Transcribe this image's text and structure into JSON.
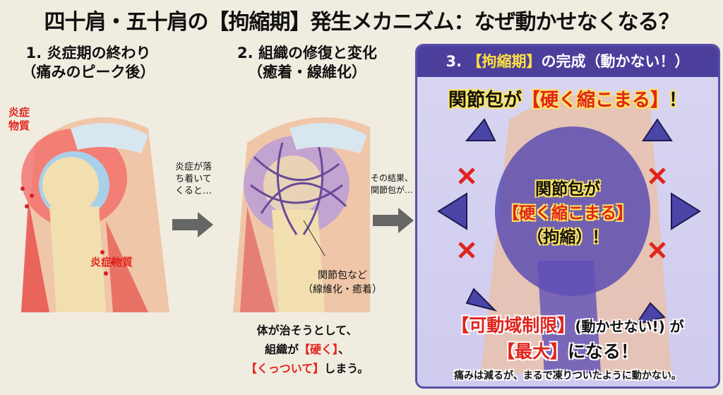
{
  "title": "四十肩・五十肩の【拘縮期】発生メカニズム：なぜ動かせなくなる？",
  "panel1": {
    "title": "1. 炎症期の終わり",
    "subtitle": "（痛みのピーク後）",
    "label_top": "炎症物質",
    "label_bottom": "炎症物質"
  },
  "arrow1": {
    "text": "炎症が落ち着いてくると…"
  },
  "panel2": {
    "title": "2. 組織の修復と変化",
    "subtitle": "（癒着・線維化）",
    "label": "関節包など",
    "label2": "（線維化・癒着）",
    "caption_line1": "体が治そうとして、",
    "caption_line2a": "組織が",
    "caption_line2b": "【硬く】",
    "caption_line2c": "、",
    "caption_line3a": "【くっついて】",
    "caption_line3b": "しまう。"
  },
  "arrow2": {
    "text": "その結果、関節包が…"
  },
  "panel3": {
    "header_num": "3.",
    "header_key": "【拘縮期】",
    "header_rest": "の完成（動かない！）",
    "top_a": "関節包が",
    "top_b": "【硬く縮こまる】",
    "top_c": "！",
    "center_1": "関節包が",
    "center_2": "【硬く縮こまる】",
    "center_3": "（拘縮）！",
    "bottom_a": "【可動域制限】",
    "bottom_b": "(動かせない!) が",
    "bottom_c": "【最大】",
    "bottom_d": "になる！",
    "note": "痛みは減るが、まるで凍りついたように動かない。"
  },
  "colors": {
    "accent_purple": "#4b3f9b",
    "red": "#e0241c",
    "yellow": "#ffe040"
  }
}
